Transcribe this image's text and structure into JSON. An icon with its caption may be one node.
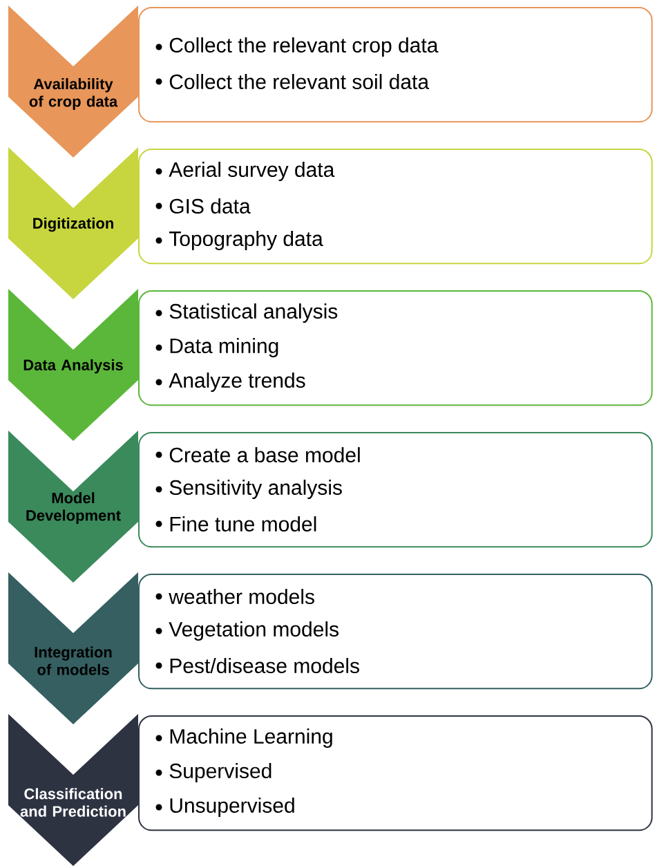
{
  "diagram": {
    "nodes": [
      {
        "text": [
          "Availability of crop data"
        ]
      },
      {
        "text": [
          "Collect the relevant crop data",
          "Collect the relevant soil data"
        ]
      },
      {
        "text": [
          "Digitization"
        ]
      },
      {
        "text": [
          "Aerial survey data",
          "GIS data",
          "Topography data"
        ]
      },
      {
        "text": [
          "Data Analysis"
        ]
      },
      {
        "text": [
          "Statistical analysis",
          "Data mining",
          "Analyze trends"
        ]
      },
      {
        "text": [
          "Model Development"
        ]
      },
      {
        "text": [
          "Create a base model",
          "Sensitivity analysis",
          "Fine tune model"
        ]
      },
      {
        "text": [
          "Integration of models"
        ]
      },
      {
        "text": [
          "weather models",
          "Vegetation models",
          "Pest/disease models"
        ]
      },
      {
        "text": [
          "Classification and Prediction"
        ]
      },
      {
        "text": [
          "Machine Learning",
          "Supervised",
          "Unsupervised"
        ]
      }
    ]
  }
}
